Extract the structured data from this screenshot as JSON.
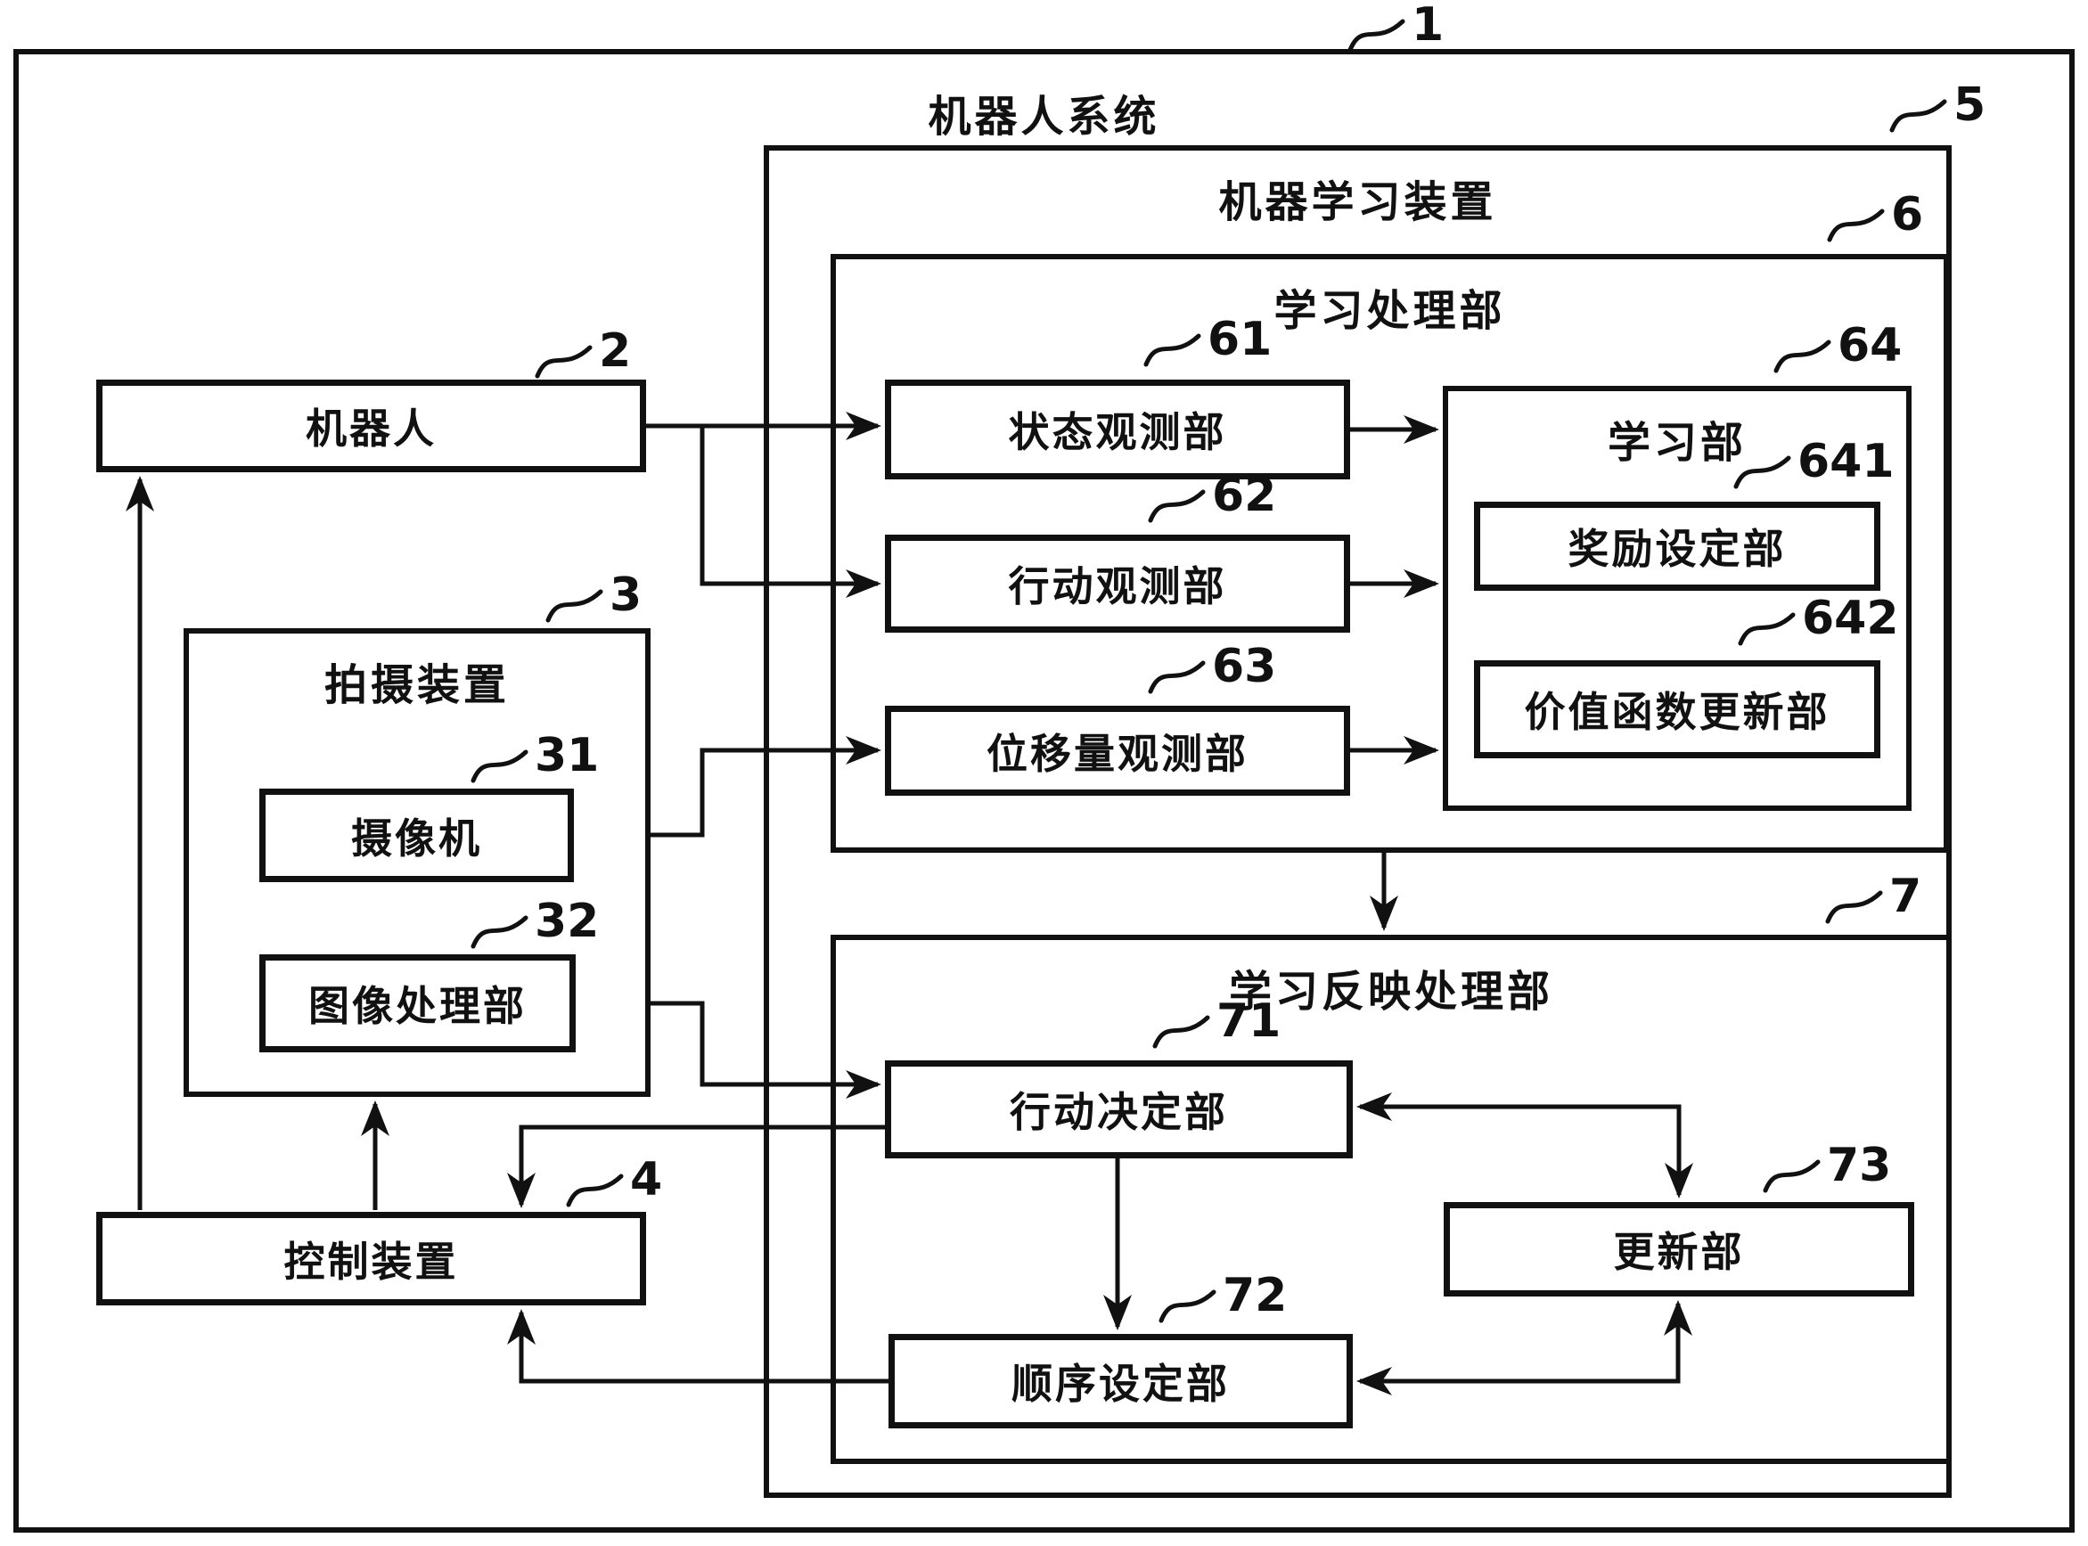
{
  "nodes": {
    "system": {
      "label": "机器人系统",
      "ref": "1"
    },
    "robot": {
      "label": "机器人",
      "ref": "2"
    },
    "imaging_device": {
      "label": "拍摄装置",
      "ref": "3"
    },
    "camera": {
      "label": "摄像机",
      "ref": "31"
    },
    "image_processing": {
      "label": "图像处理部",
      "ref": "32"
    },
    "control_device": {
      "label": "控制装置",
      "ref": "4"
    },
    "ml_device": {
      "label": "机器学习装置",
      "ref": "5"
    },
    "learning_processing": {
      "label": "学习处理部",
      "ref": "6"
    },
    "state_observation": {
      "label": "状态观测部",
      "ref": "61"
    },
    "action_observation": {
      "label": "行动观测部",
      "ref": "62"
    },
    "displacement_observation": {
      "label": "位移量观测部",
      "ref": "63"
    },
    "learning_unit": {
      "label": "学习部",
      "ref": "64"
    },
    "reward_setting": {
      "label": "奖励设定部",
      "ref": "641"
    },
    "value_function_update": {
      "label": "价值函数更新部",
      "ref": "642"
    },
    "learning_reflection": {
      "label": "学习反映处理部",
      "ref": "7"
    },
    "action_decision": {
      "label": "行动决定部",
      "ref": "71"
    },
    "sequence_setting": {
      "label": "顺序设定部",
      "ref": "72"
    },
    "update_unit": {
      "label": "更新部",
      "ref": "73"
    }
  },
  "connections": [
    {
      "from": "control_device",
      "to": "robot"
    },
    {
      "from": "control_device",
      "to": "imaging_device"
    },
    {
      "from": "robot",
      "to": "state_observation"
    },
    {
      "from": "robot",
      "to": "action_observation"
    },
    {
      "from": "imaging_device",
      "to": "displacement_observation"
    },
    {
      "from": "image_processing",
      "to": "action_decision"
    },
    {
      "from": "state_observation",
      "to": "learning_unit"
    },
    {
      "from": "action_observation",
      "to": "learning_unit"
    },
    {
      "from": "displacement_observation",
      "to": "learning_unit"
    },
    {
      "from": "learning_processing",
      "to": "learning_reflection"
    },
    {
      "from": "action_decision",
      "to": "sequence_setting"
    },
    {
      "from": "action_decision",
      "to": "update_unit",
      "bidirectional": true
    },
    {
      "from": "sequence_setting",
      "to": "update_unit",
      "bidirectional": true
    },
    {
      "from": "action_decision",
      "to": "control_device"
    },
    {
      "from": "sequence_setting",
      "to": "control_device"
    }
  ],
  "colors": {
    "line": "#111111",
    "background": "#ffffff",
    "text": "#111111"
  }
}
